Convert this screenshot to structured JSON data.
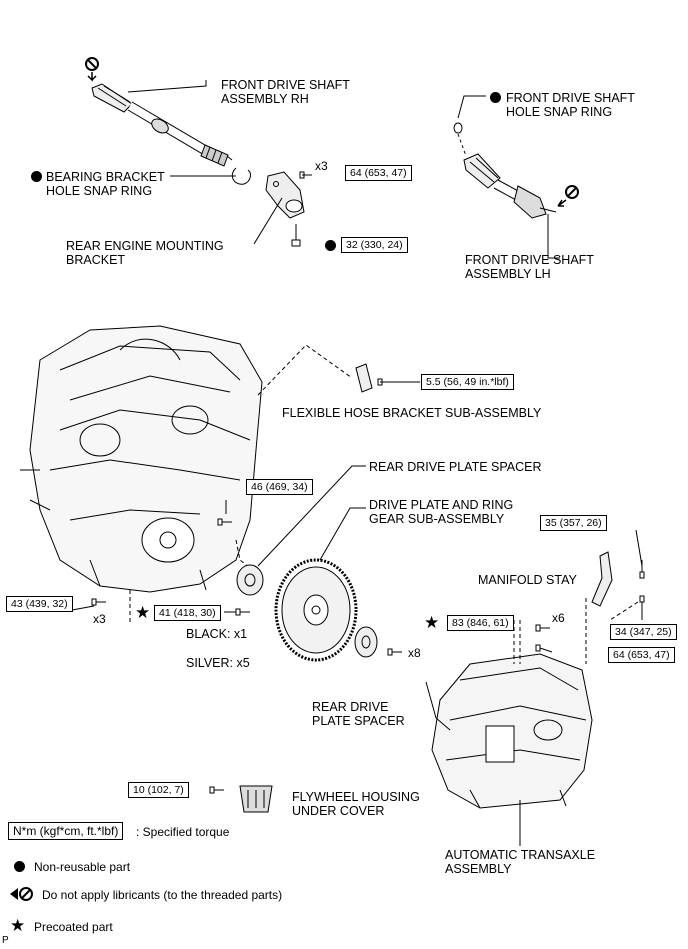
{
  "labels": {
    "front_drive_shaft_rh": [
      "FRONT DRIVE SHAFT",
      "ASSEMBLY RH"
    ],
    "bearing_bracket_snap_ring": [
      "BEARING BRACKET",
      "HOLE SNAP RING"
    ],
    "rear_engine_mounting_bracket": [
      "REAR ENGINE MOUNTING",
      "BRACKET"
    ],
    "front_drive_shaft_snap_ring": [
      "FRONT DRIVE SHAFT",
      "HOLE SNAP RING"
    ],
    "front_drive_shaft_lh": [
      "FRONT DRIVE SHAFT",
      "ASSEMBLY LH"
    ],
    "flexible_hose_bracket": "FLEXIBLE HOSE BRACKET SUB-ASSEMBLY",
    "rear_drive_plate_spacer_top": "REAR DRIVE PLATE SPACER",
    "drive_plate_ring_gear": [
      "DRIVE PLATE AND RING",
      "GEAR SUB-ASSEMBLY"
    ],
    "manifold_stay": "MANIFOLD STAY",
    "black": "BLACK: x1",
    "silver": "SILVER: x5",
    "rear_drive_plate_spacer_bottom": [
      "REAR DRIVE",
      "PLATE SPACER"
    ],
    "flywheel_housing_cover": [
      "FLYWHEEL HOUSING",
      "UNDER COVER"
    ],
    "automatic_transaxle": [
      "AUTOMATIC TRANSAXLE",
      "ASSEMBLY"
    ]
  },
  "torques": {
    "t64_top": "64 (653, 47)",
    "t32": "32 (330, 24)",
    "t55": "5.5 (56, 49 in.*lbf)",
    "t46": "46 (469, 34)",
    "t35": "35 (357, 26)",
    "t43": "43 (439, 32)",
    "t41": "41 (418, 30)",
    "t83": "83 (846, 61)",
    "t34": "34 (347, 25)",
    "t64_bottom": "64 (653, 47)",
    "t10": "10 (102, 7)"
  },
  "quantities": {
    "x3_top": "x3",
    "x3_left": "x3",
    "x6": "x6",
    "x8": "x8"
  },
  "legend": {
    "torque_unit": "N*m (kgf*cm, ft.*lbf)",
    "torque_desc": ": Specified torque",
    "non_reusable": "Non-reusable part",
    "no_lubricant": "Do not apply libricants (to the threaded parts)",
    "precoated": "Precoated part"
  },
  "corner_mark": "P"
}
